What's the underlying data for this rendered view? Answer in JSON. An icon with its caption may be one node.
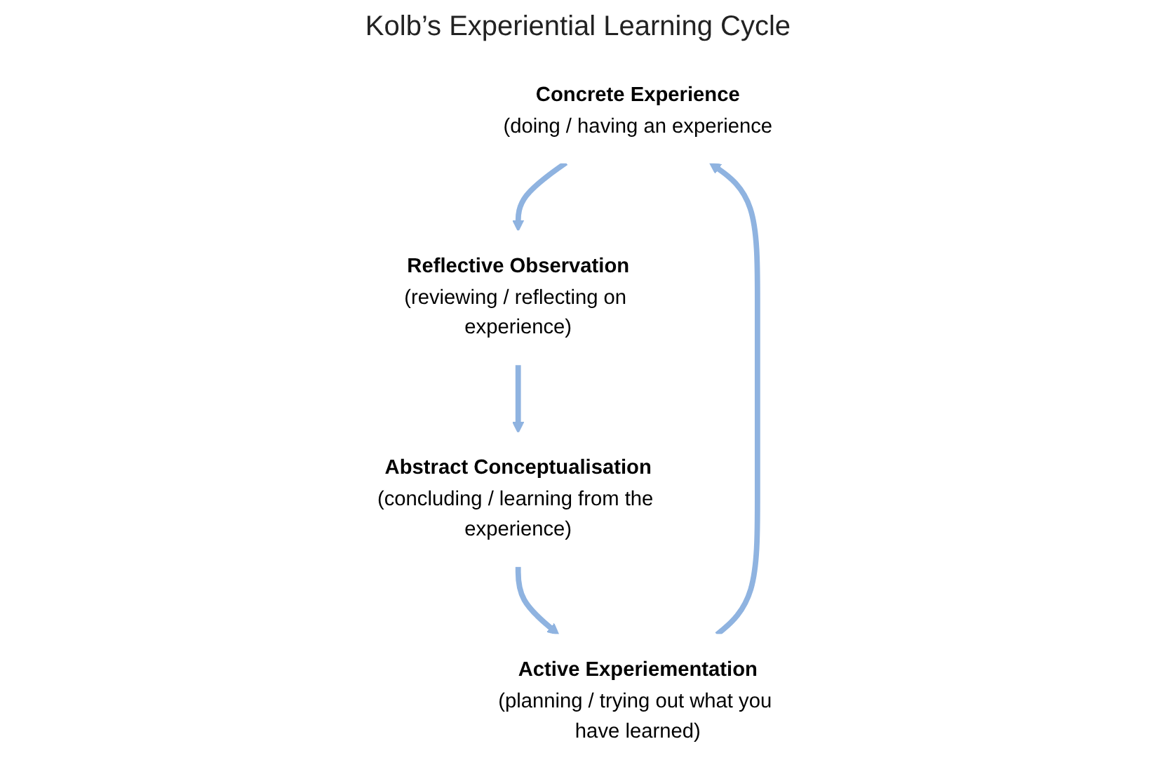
{
  "diagram": {
    "title": "Kolb’s Experiential Learning Cycle",
    "nodes": [
      {
        "text": [
          "Concrete Experience",
          "(doing / having an experience"
        ]
      },
      {
        "text": [
          "Reflective Observation",
          "(reviewing / reflecting on experience)"
        ]
      },
      {
        "text": [
          "Abstract Conceptualisation",
          "(concluding / learning from the experience)"
        ]
      },
      {
        "text": [
          "Active Experiementation",
          "(planning / trying out what you have learned)"
        ]
      }
    ],
    "edges": [
      {
        "from": 0,
        "to": 1,
        "arrow": "to"
      },
      {
        "from": 1,
        "to": 2,
        "arrow": "to"
      },
      {
        "from": 2,
        "to": 3,
        "arrow": "to"
      },
      {
        "from": 3,
        "to": 0,
        "arrow": "to"
      }
    ]
  }
}
